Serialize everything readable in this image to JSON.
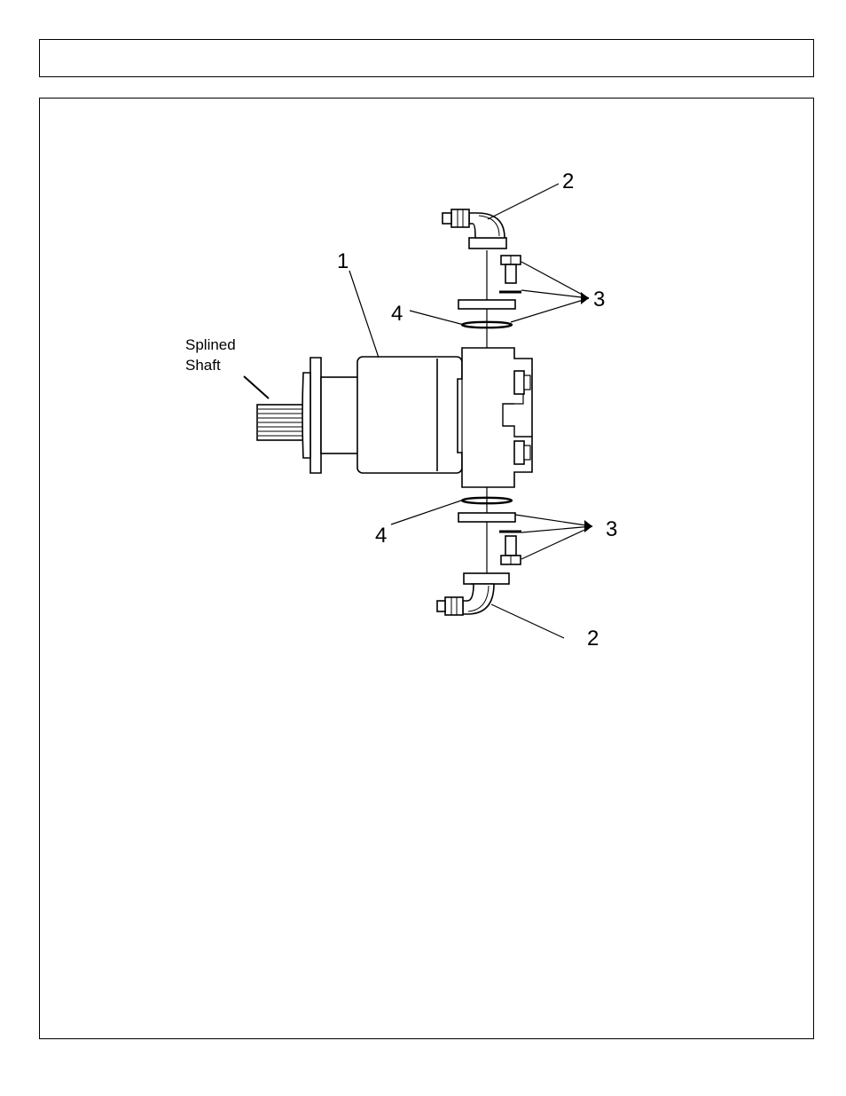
{
  "header": {
    "title": ""
  },
  "diagram": {
    "labels": {
      "part_1": "1",
      "part_2_top": "2",
      "part_2_bottom": "2",
      "part_3_top": "3",
      "part_3_bottom": "3",
      "part_4_top": "4",
      "part_4_bottom": "4",
      "shaft_line1": "Splined",
      "shaft_line2": "Shaft"
    }
  }
}
